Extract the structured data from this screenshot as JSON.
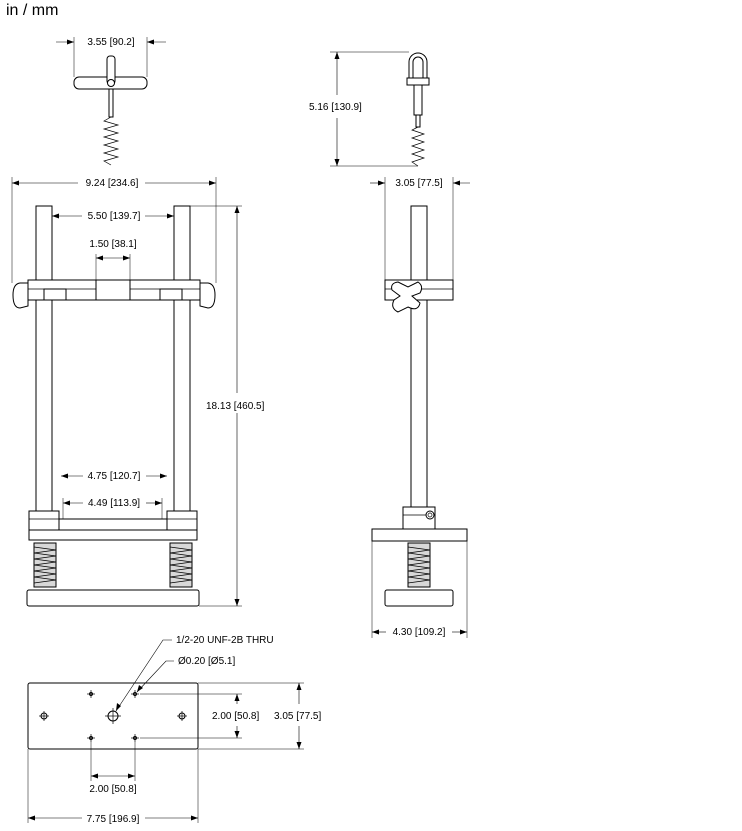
{
  "units_label": "in / mm",
  "dimensions": {
    "handle_width": "3.55 [90.2]",
    "handle_height": "5.16 [130.9]",
    "overall_width": "9.24 [234.6]",
    "rod_spacing": "5.50 [139.7]",
    "center_gap": "1.50 [38.1]",
    "overall_height": "18.13 [460.5]",
    "side_depth": "3.05 [77.5]",
    "inner_width_outer": "4.75 [120.7]",
    "inner_width_inner": "4.49 [113.9]",
    "base_depth": "4.30 [109.2]",
    "thread_callout": "1/2-20 UNF-2B THRU",
    "hole_callout": "Ø0.20 [Ø5.1]",
    "hole_pattern_y": "2.00 [50.8]",
    "plate_height": "3.05 [77.5]",
    "hole_pattern_x": "2.00 [50.8]",
    "plate_width": "7.75 [196.9]"
  }
}
